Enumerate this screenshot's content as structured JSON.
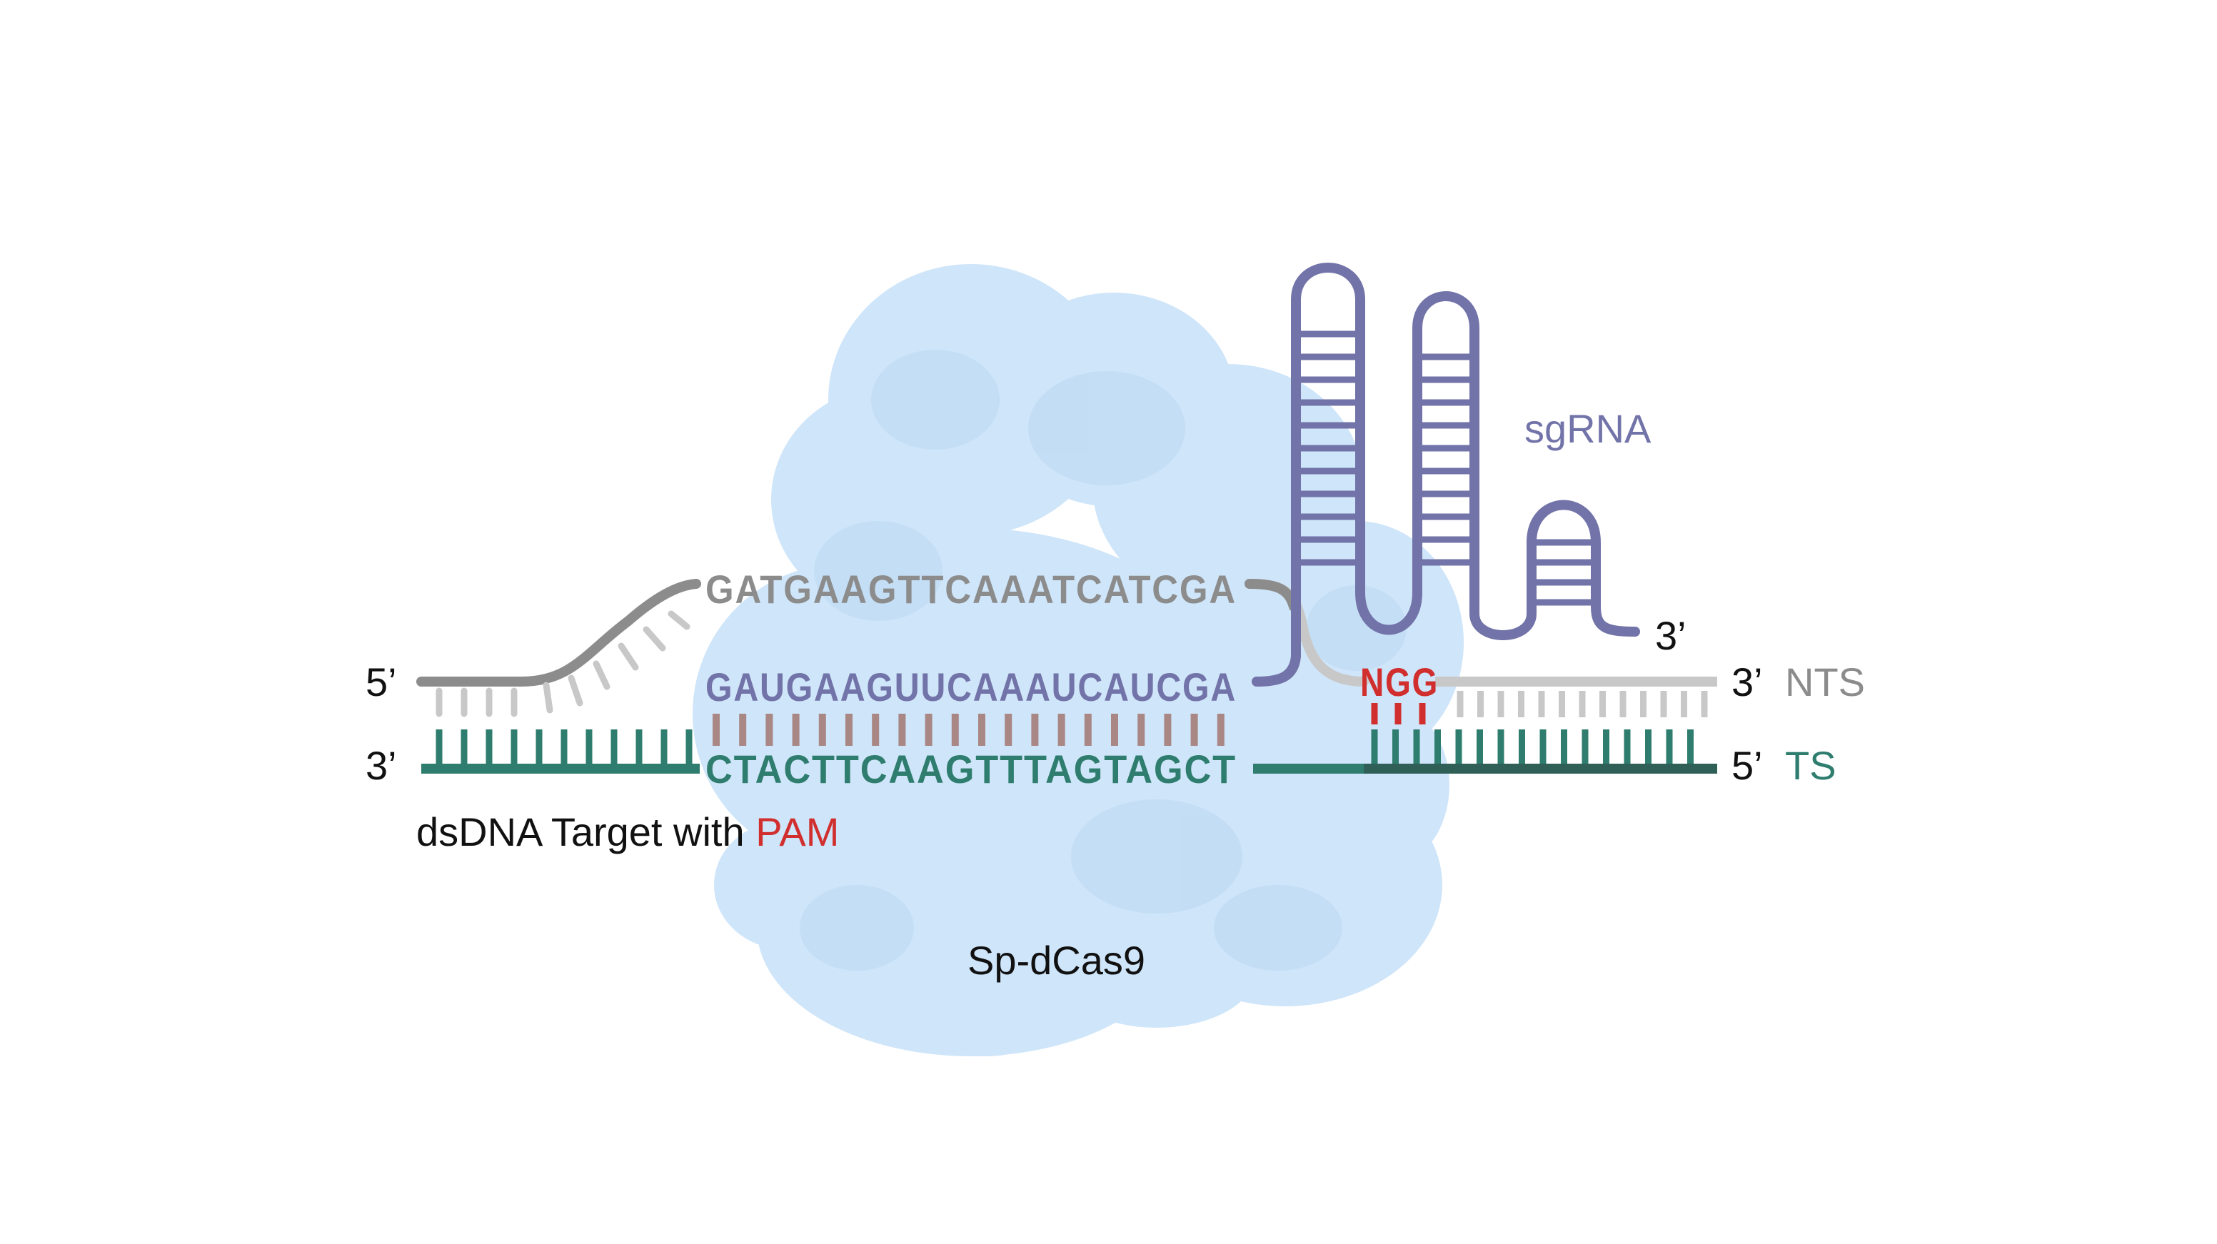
{
  "colors": {
    "protein": "#cfe5f9",
    "protein_shade": "#bcd9f3",
    "nts": "#8c8c8c",
    "nts_light": "#c8c8c8",
    "ts": "#2e7d6e",
    "ts_dark": "#2f5f57",
    "sgrna": "#7273a8",
    "pairing": "#a88784",
    "pam": "#d12e2e",
    "label": "#111111"
  },
  "icons": {
    "protein": "sp-dcas9-protein-blob",
    "rna": "sgrna-hairpin-loops",
    "dna": "double-strand-ladder"
  },
  "sequences": {
    "nts": "GATGAAGTTCAAATCATCGA",
    "sgrna": "GAUGAAGUUCAAAUCAUCGA",
    "ts": "CTACTTCAAGTTTAGTAGCT",
    "pam": "NGG"
  },
  "labels": {
    "nts_left_end": "5’",
    "ts_left_end": "3’",
    "nts_right_end": "3’",
    "nts_name": "NTS",
    "ts_right_end": "5’",
    "ts_name": "TS",
    "sgrna_name": "sgRNA",
    "sgrna_end": "3’",
    "caption_main": "dsDNA Target with ",
    "caption_highlight": "PAM",
    "protein_name": "Sp-dCas9"
  }
}
